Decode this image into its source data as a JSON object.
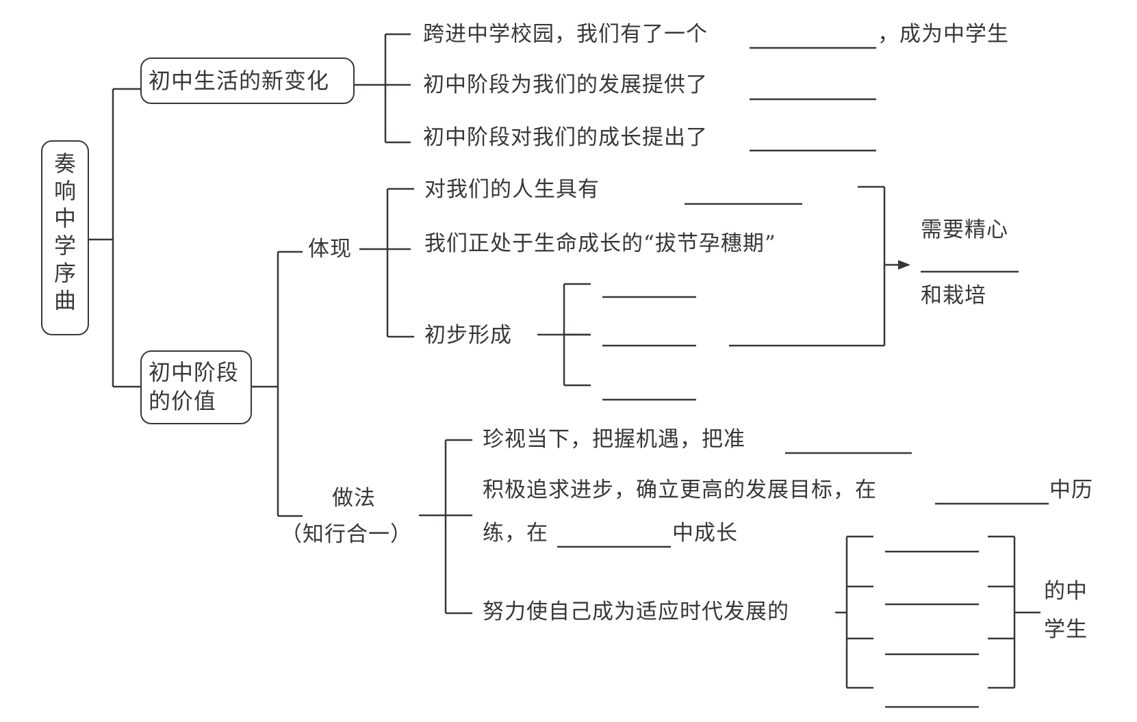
{
  "root": {
    "label_chars": [
      "奏",
      "响",
      "中",
      "学",
      "序",
      "曲"
    ]
  },
  "branch1": {
    "label": "初中生活的新变化",
    "items": [
      {
        "before": "跨进中学校园，我们有了一个",
        "after": "，成为中学生"
      },
      {
        "before": "初中阶段为我们的发展提供了",
        "after": ""
      },
      {
        "before": "初中阶段对我们的成长提出了",
        "after": ""
      }
    ]
  },
  "branch2": {
    "label_line1": "初中阶段",
    "label_line2": "的价值",
    "embody": {
      "label": "体现",
      "items": [
        "对我们的人生具有",
        "我们正处于生命成长的“拔节孕穗期”",
        "初步形成"
      ],
      "result_line1": "需要精心",
      "result_line2": "和栽培"
    },
    "practice": {
      "label_line1": "做法",
      "label_line2": "（知行合一）",
      "items": [
        {
          "text": "珍视当下，把握机遇，把准"
        },
        {
          "line1_before": "积极追求进步，确立更高的发展目标，在",
          "line1_after": "中历",
          "line2_before": "练，在",
          "line2_after": "中成长"
        },
        {
          "text": "努力使自己成为适应时代发展的"
        }
      ],
      "result_line1": "的中",
      "result_line2": "学生"
    }
  },
  "colors": {
    "ink": "#3a3636",
    "background": "#ffffff"
  }
}
